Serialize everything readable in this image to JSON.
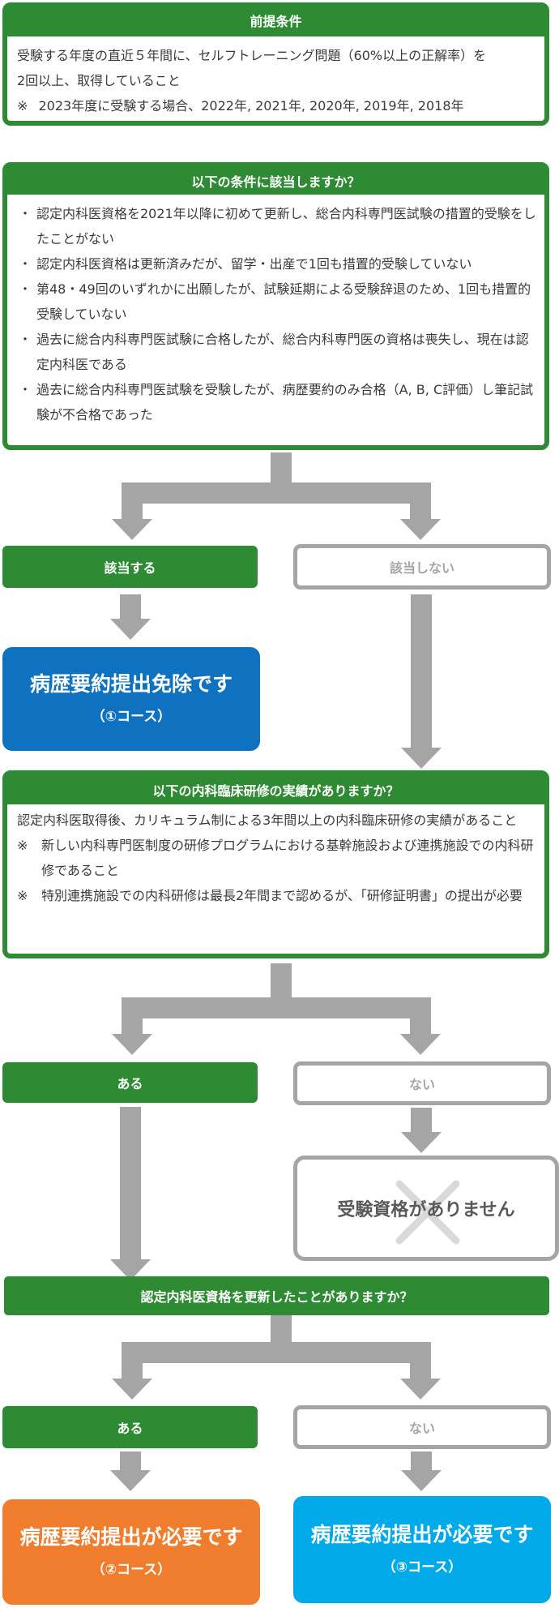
{
  "premise": {
    "header": "前提条件",
    "line1": "受験する年度の直近５年間に、セルフトレーニング問題（60%以上の正解率）を",
    "line2": "2回以上、取得していること",
    "note_mark": "※",
    "note": "2023年度に受験する場合、2022年, 2021年, 2020年, 2019年, 2018年"
  },
  "q1": {
    "header": "以下の条件に該当しますか？",
    "items": [
      "認定内科医資格を2021年以降に初めて更新し、総合内科専門医試験の措置的受験をしたことがない",
      "認定内科医資格は更新済みだが、留学・出産で1回も措置的受験していない",
      "第48・49回のいずれかに出願したが、試験延期による受験辞退のため、1回も措置的受験していない",
      "過去に総合内科専門医試験に合格したが、総合内科専門医の資格は喪失し、現在は認定内科医である",
      "過去に総合内科専門医試験を受験したが、病歴要約のみ合格（A, B, C評価）し筆記試験が不合格であった"
    ],
    "yes": "該当する",
    "no": "該当しない"
  },
  "result1": {
    "title": "病歴要約提出免除です",
    "course": "（①コース）",
    "color": "#0f72c0"
  },
  "q2": {
    "header": "以下の内科臨床研修の実績がありますか？",
    "line1": "認定内科医取得後、カリキュラム制による3年間以上の内科臨床研修の実績があること",
    "note_mark": "※",
    "note1": "新しい内科専門医制度の研修プログラムにおける基幹施設および連携施設での内科研修であること",
    "note2": "特別連携施設での内科研修は最長2年間まで認めるが、「研修証明書」の提出が必要",
    "yes": "ある",
    "no": "ない"
  },
  "ineligible": {
    "title": "受験資格がありません"
  },
  "q3": {
    "header": "認定内科医資格を更新したことがありますか？",
    "yes": "ある",
    "no": "ない"
  },
  "result2": {
    "title": "病歴要約提出が必要です",
    "course": "（②コース）",
    "color": "#f07d2d"
  },
  "result3": {
    "title": "病歴要約提出が必要です",
    "course": "（③コース）",
    "color": "#00a9e8"
  },
  "colors": {
    "green": "#2e8b34",
    "gray": "#a5a5a5",
    "cross": "#d9d9d9"
  }
}
